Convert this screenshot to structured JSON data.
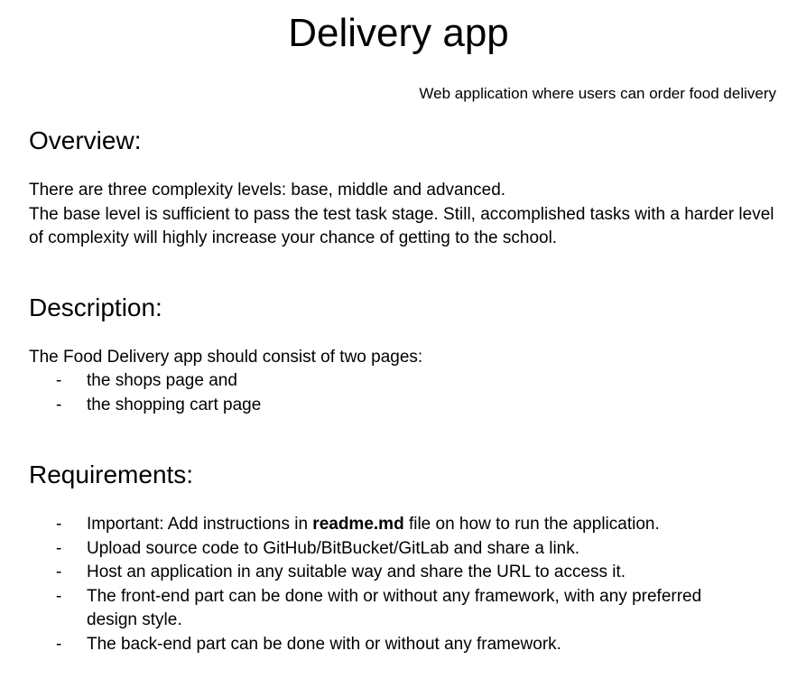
{
  "title": "Delivery app",
  "subtitle": "Web application where users can order food delivery",
  "overview": {
    "heading": "Overview:",
    "line1": "There are three complexity levels: base, middle and advanced.",
    "line2": "The base level is sufficient to pass the test task stage. Still, accomplished tasks with a harder level of complexity will highly increase your chance of getting to the school."
  },
  "description": {
    "heading": "Description:",
    "intro": "The Food Delivery app should consist of two pages:",
    "items": [
      "the shops page and",
      "the shopping cart page"
    ]
  },
  "requirements": {
    "heading": "Requirements:",
    "item0_prefix": "Important: Add instructions in ",
    "item0_bold": "readme.md",
    "item0_suffix": " file on how to run the application.",
    "items": [
      "Upload source code to GitHub/BitBucket/GitLab and share a link.",
      "Host an application in any suitable way and share the URL to access it.",
      "The front-end part can be done with or without any framework, with any preferred design style.",
      "The back-end part can be done with or without any framework."
    ]
  },
  "bullet": "-"
}
